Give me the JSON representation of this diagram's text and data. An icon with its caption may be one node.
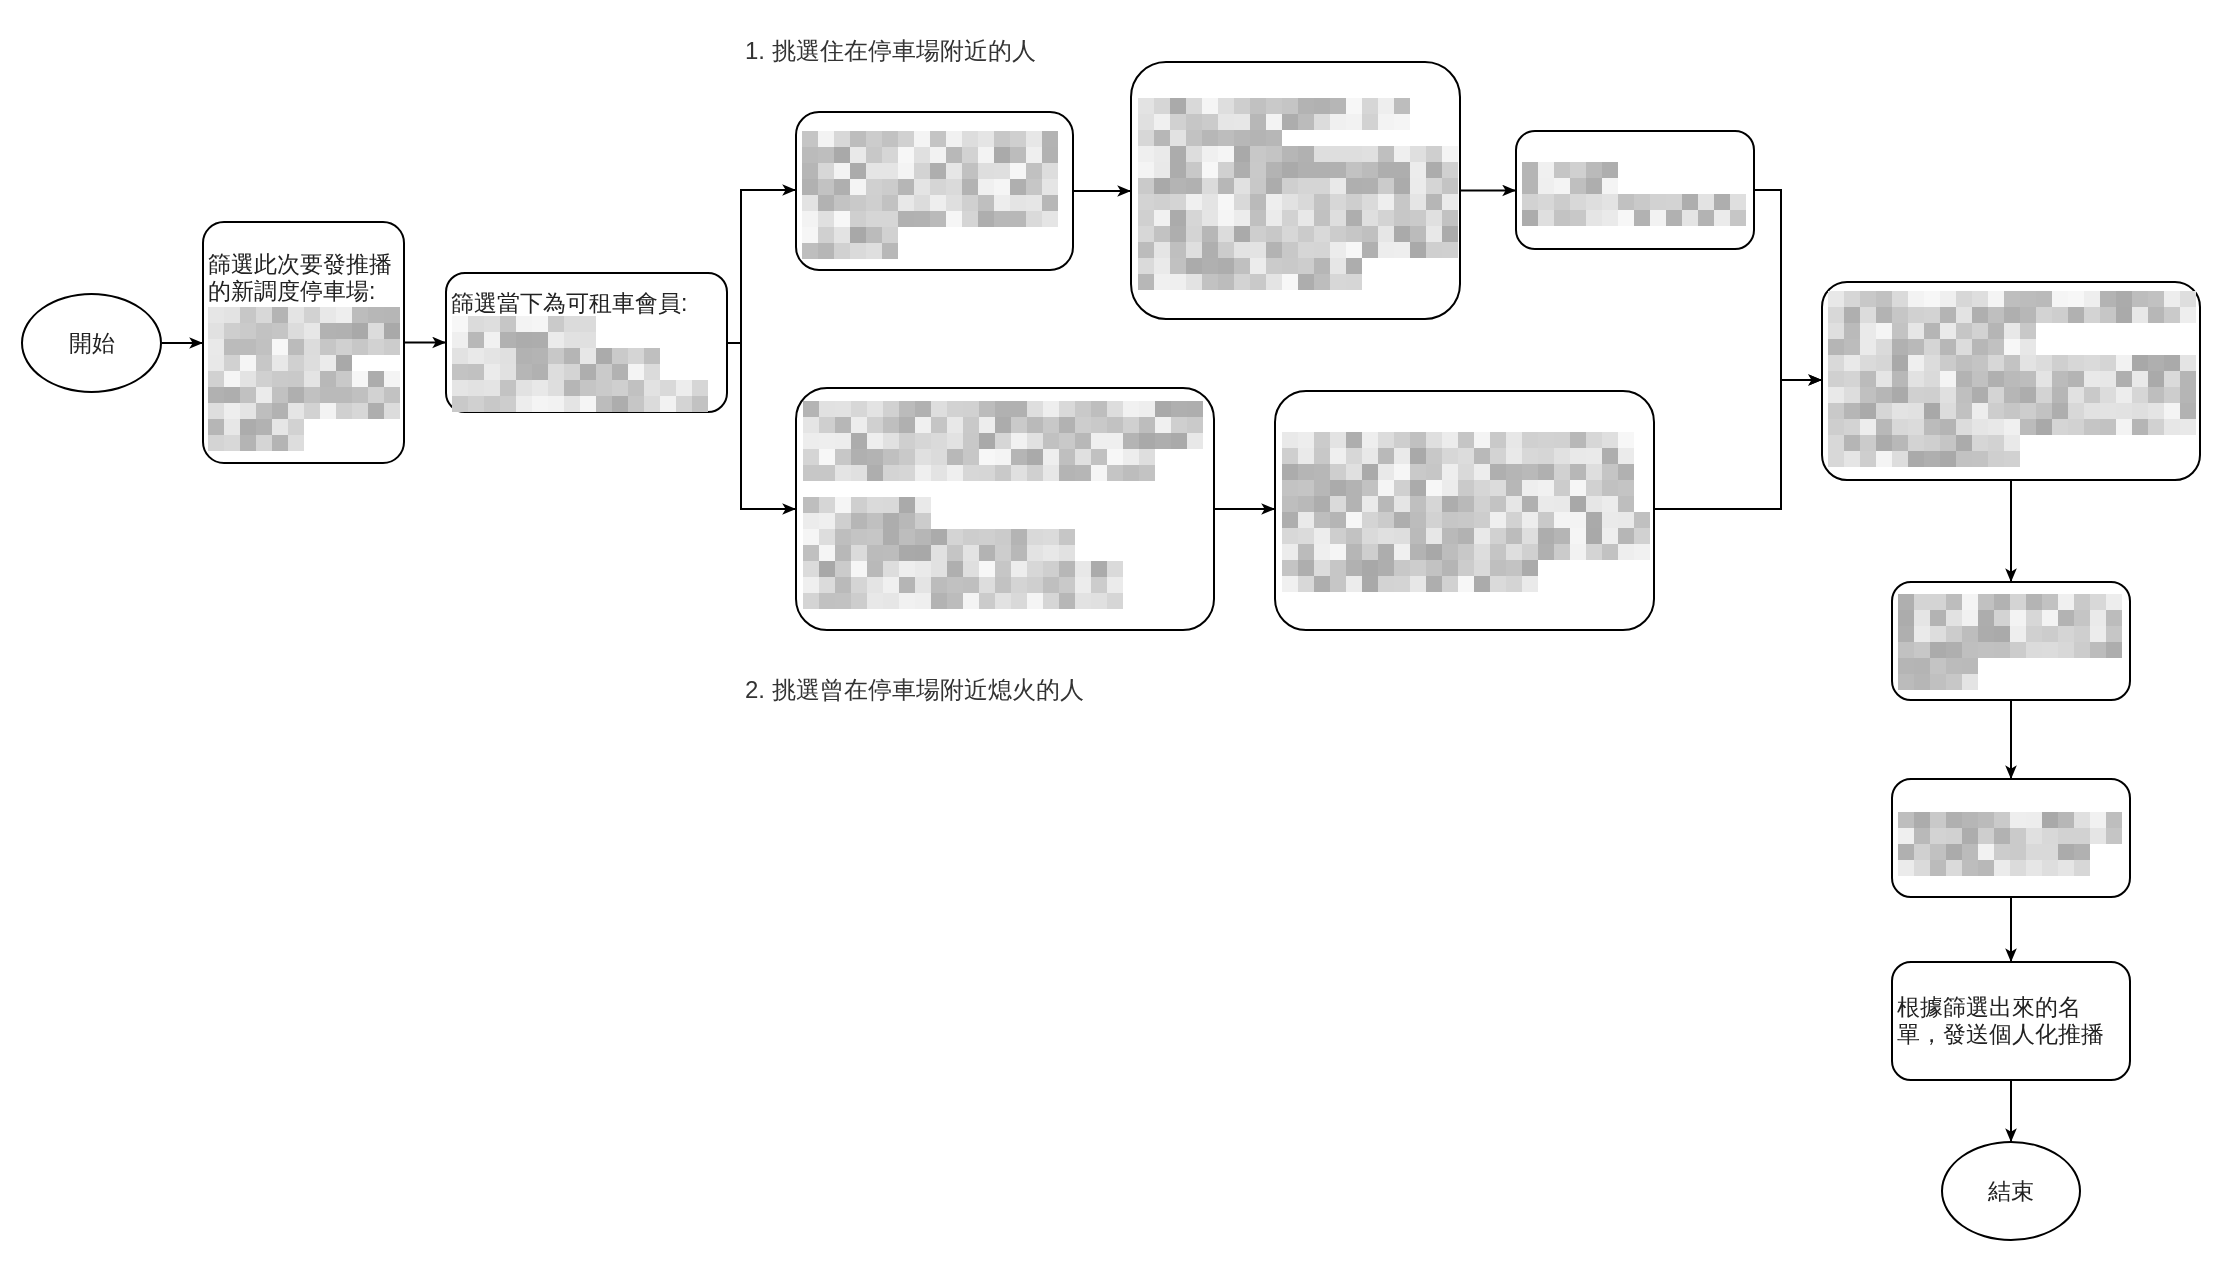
{
  "diagram": {
    "nodes": [
      {
        "text": [
          "開始"
        ]
      },
      {
        "text": [
          "篩選此次要發推播的新調度停車場:"
        ]
      },
      {
        "text": [
          "篩選當下為可租車會員:"
        ]
      },
      {
        "text": [],
        "shape": "box"
      },
      {
        "text": [],
        "shape": "box"
      },
      {
        "text": [],
        "shape": "box"
      },
      {
        "text": [],
        "shape": "box"
      },
      {
        "text": [],
        "shape": "box"
      },
      {
        "text": [],
        "shape": "box"
      },
      {
        "text": [],
        "shape": "box"
      },
      {
        "text": [],
        "shape": "box"
      },
      {
        "text": [
          "根據篩選出來的名單，發送個人化推播"
        ]
      },
      {
        "text": [
          "結束"
        ]
      }
    ],
    "edges": [
      {
        "from": 0,
        "to": 1,
        "arrow": "to"
      },
      {
        "from": 1,
        "to": 2,
        "arrow": "to"
      },
      {
        "from": 2,
        "to": 3,
        "arrow": "to"
      },
      {
        "from": 2,
        "to": 6,
        "arrow": "to"
      },
      {
        "from": 3,
        "to": 4,
        "arrow": "to"
      },
      {
        "from": 4,
        "to": 5,
        "arrow": "to"
      },
      {
        "from": 6,
        "to": 7,
        "arrow": "to"
      },
      {
        "from": 5,
        "to": 8,
        "arrow": "to"
      },
      {
        "from": 7,
        "to": 8,
        "arrow": "to"
      },
      {
        "from": 8,
        "to": 9,
        "arrow": "to"
      },
      {
        "from": 9,
        "to": 10,
        "arrow": "to"
      },
      {
        "from": 10,
        "to": 11,
        "arrow": "to"
      },
      {
        "from": 11,
        "to": 12,
        "arrow": "to"
      }
    ],
    "labels": [
      "1. 挑選住在停車場附近的人",
      "2. 挑選曾在停車場附近熄火的人"
    ]
  }
}
